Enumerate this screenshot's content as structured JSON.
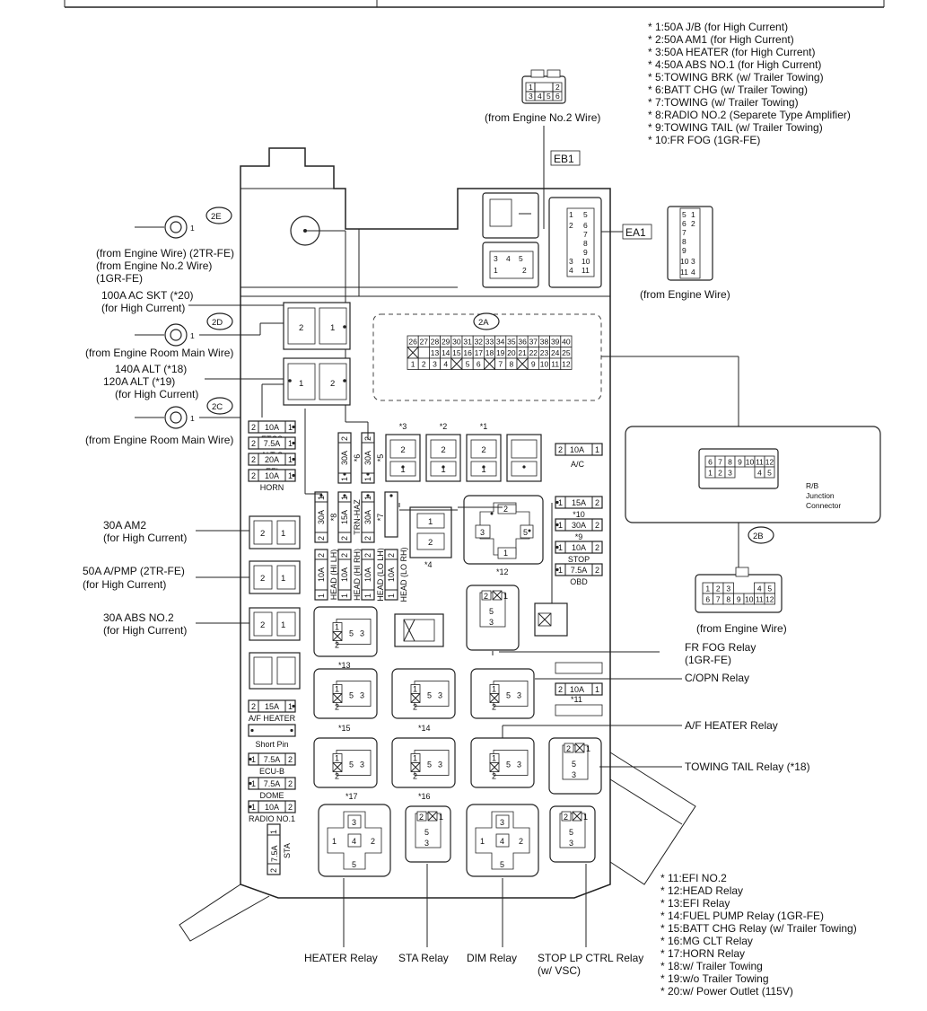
{
  "legend_top": [
    "* 1:50A J/B (for High Current)",
    "* 2:50A AM1 (for High Current)",
    "* 3:50A HEATER (for High Current)",
    "* 4:50A ABS NO.1 (for High Current)",
    "* 5:TOWING BRK (w/ Trailer Towing)",
    "* 6:BATT CHG (w/ Trailer Towing)",
    "* 7:TOWING (w/ Trailer Towing)",
    "* 8:RADIO NO.2 (Separete Type Amplifier)",
    "* 9:TOWING TAIL (w/ Trailer Towing)",
    "* 10:FR FOG (1GR-FE)"
  ],
  "legend_bottom": [
    "* 11:EFI NO.2",
    "* 12:HEAD Relay",
    "* 13:EFI Relay",
    "* 14:FUEL PUMP Relay (1GR-FE)",
    "* 15:BATT CHG Relay (w/ Trailer Towing)",
    "* 16:MG CLT Relay",
    "* 17:HORN Relay",
    "* 18:w/ Trailer Towing",
    "* 19:w/o Trailer Towing",
    "* 20:w/ Power Outlet (115V)"
  ],
  "connectors": {
    "eb1": "EB1",
    "ea1": "EA1",
    "c2a": "2A",
    "c2b": "2B",
    "c2c": "2C",
    "c2d": "2D",
    "c2e": "2E",
    "from_engine_no2": "(from Engine No.2 Wire)",
    "from_engine_wire_right": "(from Engine Wire)",
    "from_engine_wire_bottom": "(from Engine Wire)",
    "rb_junction": [
      "R/B",
      "Junction",
      "Connector"
    ]
  },
  "left_labels": {
    "e2_lines": [
      "(from Engine Wire) (2TR-FE)",
      "(from Engine No.2 Wire)",
      "(1GR-FE)"
    ],
    "ac_skt": [
      "100A AC SKT (*20)",
      "(for High Current)"
    ],
    "d2_from": "(from Engine Room Main Wire)",
    "alt": [
      "140A ALT (*18)",
      "120A ALT (*19)",
      "(for High Current)"
    ],
    "c2_from": "(from Engine Room Main Wire)",
    "am2": [
      "30A AM2",
      "(for High Current)"
    ],
    "apump": [
      "50A A/PMP (2TR-FE)",
      "(for High Current)"
    ],
    "abs2": [
      "30A ABS NO.2",
      "(for High Current)"
    ]
  },
  "relay_labels": {
    "fr_fog": [
      "FR FOG Relay",
      "(1GR-FE)"
    ],
    "copn": "C/OPN Relay",
    "af_heater": "A/F HEATER Relay",
    "towing_tail": "TOWING TAIL Relay (*18)",
    "heater": "HEATER Relay",
    "sta": "STA Relay",
    "dim": "DIM Relay",
    "stop_lp": [
      "STOP LP CTRL Relay",
      "(w/ VSC)"
    ]
  },
  "fuses_left": [
    {
      "amp": "10A",
      "name": "ETCS"
    },
    {
      "amp": "7.5A",
      "name": "ALT-S"
    },
    {
      "amp": "20A",
      "name": "EFI"
    },
    {
      "amp": "10A",
      "name": "HORN"
    }
  ],
  "fuses_left_lower": [
    {
      "amp": "15A",
      "name": "A/F HEATER"
    },
    {
      "amp": "",
      "name": "Short Pin"
    },
    {
      "amp": "7.5A",
      "name": "ECU-B"
    },
    {
      "amp": "7.5A",
      "name": "DOME"
    },
    {
      "amp": "10A",
      "name": "RADIO NO.1"
    }
  ],
  "fuses_right": [
    {
      "amp": "15A",
      "name": "*10"
    },
    {
      "amp": "30A",
      "name": "*9"
    },
    {
      "amp": "10A",
      "name": "STOP"
    },
    {
      "amp": "7.5A",
      "name": "OBD"
    }
  ],
  "fuse_ac": {
    "amp": "10A",
    "name": "A/C"
  },
  "fuse_11": {
    "amp": "10A",
    "name": "*11"
  },
  "vertical_fuses_top": [
    {
      "amp": "30A",
      "name": "*6"
    },
    {
      "amp": "30A",
      "name": "*5"
    }
  ],
  "vertical_fuses_mid": [
    {
      "amp": "30A",
      "name": "*8"
    },
    {
      "amp": "15A",
      "name": "TRN-HAZ"
    },
    {
      "amp": "30A",
      "name": "*7"
    }
  ],
  "head_fuses": [
    {
      "amp": "10A",
      "name": "HEAD (HI LH)"
    },
    {
      "amp": "10A",
      "name": "HEAD (HI RH)"
    },
    {
      "amp": "10A",
      "name": "HEAD (LO LH)"
    },
    {
      "amp": "10A",
      "name": "HEAD (LO RH)"
    }
  ],
  "sta_fuse": {
    "amp": "7.5A",
    "name": "STA"
  },
  "big_fuse_marks": [
    "*3",
    "*2",
    "*1"
  ],
  "mark_4": "*4",
  "mark_12": "*12",
  "mark_13": "*13",
  "mark_15": "*15",
  "mark_14": "*14",
  "mark_17": "*17",
  "mark_16": "*16",
  "conn_2a_rows": [
    [
      "26",
      "27",
      "28",
      "29",
      "30",
      "31",
      "32",
      "33",
      "34",
      "35",
      "36",
      "37",
      "38",
      "39",
      "40"
    ],
    [
      "X",
      "",
      "13",
      "14",
      "15",
      "16",
      "17",
      "18",
      "19",
      "20",
      "21",
      "22",
      "23",
      "24",
      "25"
    ],
    [
      "1",
      "2",
      "3",
      "4",
      "X",
      "5",
      "6",
      "X",
      "7",
      "8",
      "X",
      "9",
      "10",
      "11",
      "12"
    ]
  ],
  "conn_rb_pins": [
    [
      "6",
      "7",
      "8",
      "9",
      "10",
      "11",
      "12"
    ],
    [
      "1",
      "2",
      "3",
      "",
      "",
      "4",
      "5"
    ]
  ],
  "conn_2b_pins": [
    [
      "1",
      "2",
      "3",
      "",
      "",
      "4",
      "5"
    ],
    [
      "6",
      "7",
      "8",
      "9",
      "10",
      "11",
      "12"
    ]
  ]
}
